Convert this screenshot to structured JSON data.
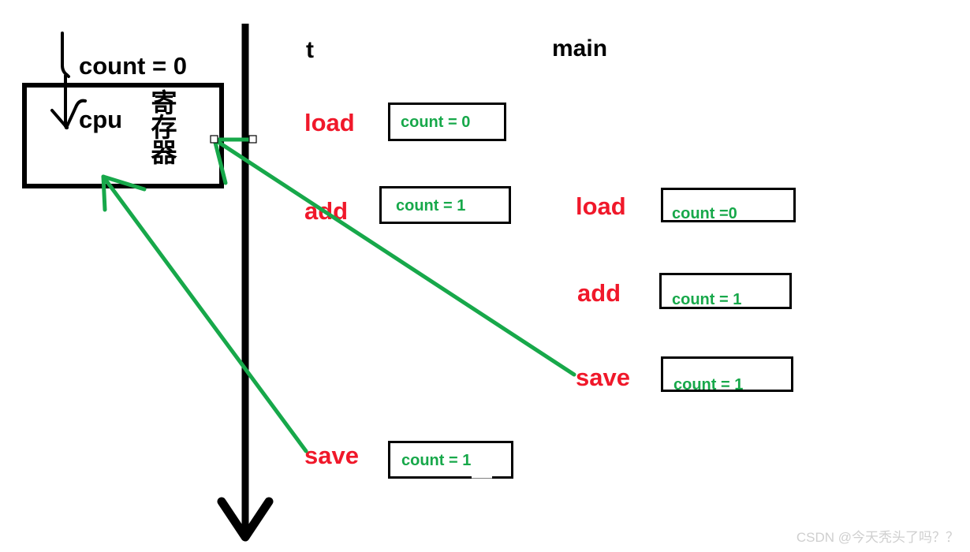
{
  "diagram": {
    "title": "cpu register and main memory race condition timeline",
    "colors": {
      "red": "#F0182A",
      "green": "#17A84A",
      "black": "#000000",
      "watermark_gray": "#CFCFCF",
      "background": "#FFFFFF"
    }
  },
  "cpu": {
    "init_label": "count = 0",
    "box_label": "cpu",
    "register_label": "寄存器"
  },
  "columns": [
    {
      "name": "t",
      "heading": "t"
    },
    {
      "name": "main",
      "heading": "main"
    }
  ],
  "thread_t": {
    "steps": [
      {
        "op": "load",
        "value": "count = 0"
      },
      {
        "op": "add",
        "value": "count = 1"
      },
      {
        "op": "save",
        "value": "count = 1"
      }
    ]
  },
  "main_thread": {
    "steps": [
      {
        "op": "load",
        "value": "count =0"
      },
      {
        "op": "add",
        "value": "count = 1"
      },
      {
        "op": "save",
        "value": "count = 1"
      }
    ]
  },
  "watermark": {
    "text": "CSDN @今天秃头了吗？？"
  },
  "chart_data": {
    "type": "diagram",
    "title": "Lost update race condition: cpu register vs main memory",
    "timeline_axis": "t (time, downward arrow)",
    "annotations": [
      "black arrow points from count = 0 into the cpu box",
      "green arrow from main-save box back into cpu register area",
      "green arrow from t-save back into cpu register area",
      "vertical black time axis with downward arrowhead"
    ],
    "series": [
      {
        "name": "t",
        "events": [
          {
            "order": 1,
            "op": "load",
            "count": 0
          },
          {
            "order": 2,
            "op": "add",
            "count": 1
          },
          {
            "order": 3,
            "op": "save",
            "count": 1
          }
        ]
      },
      {
        "name": "main",
        "events": [
          {
            "order": 1,
            "op": "load",
            "count": 0
          },
          {
            "order": 2,
            "op": "add",
            "count": 1
          },
          {
            "order": 3,
            "op": "save",
            "count": 1
          }
        ]
      }
    ]
  }
}
